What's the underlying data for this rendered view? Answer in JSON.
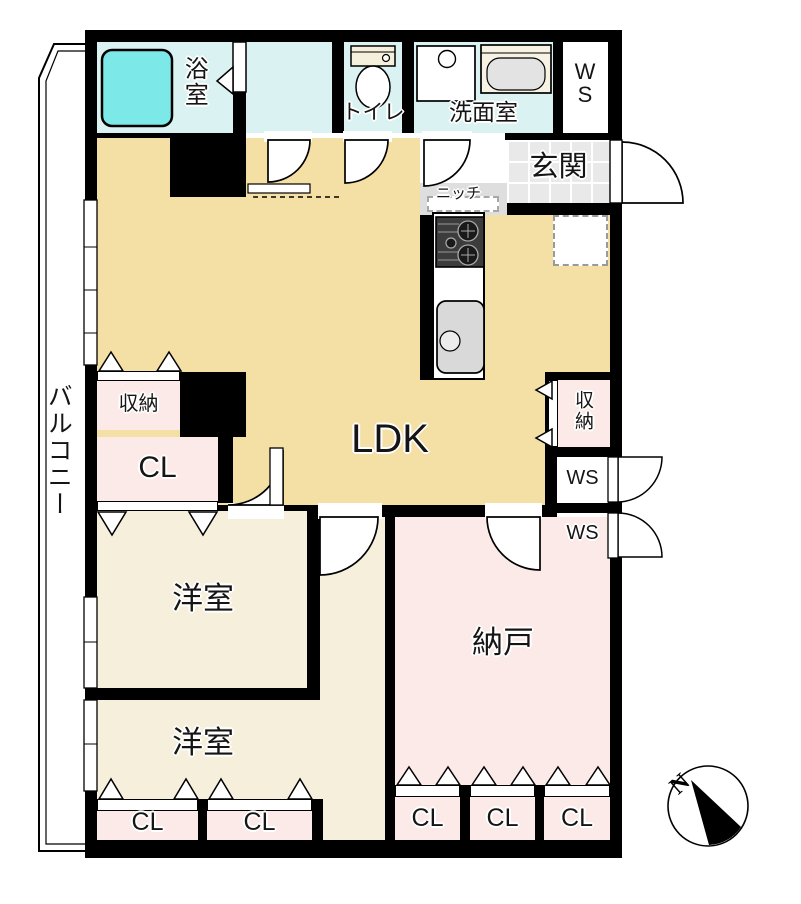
{
  "floor_plan": {
    "labels": {
      "bathroom": "浴室",
      "toilet": "トイレ",
      "washroom": "洗面室",
      "walk_in_storage_top": "WS",
      "entrance": "玄関",
      "niche": "ニッチ",
      "living_dining_kitchen": "LDK",
      "storage_left": "収納",
      "closet_left": "CL",
      "storage_right": "収納",
      "walk_in_storage_1": "WS",
      "walk_in_storage_2": "WS",
      "western_room_upper": "洋室",
      "western_room_lower": "洋室",
      "storage_room": "納戸",
      "closets_bottom_left": [
        "CL",
        "CL"
      ],
      "closets_storage_room": [
        "CL",
        "CL",
        "CL"
      ],
      "balcony": "バルコニー",
      "compass_north": "N"
    },
    "colors": {
      "wall": "#000000",
      "water_rooms": "#daf3f2",
      "bathtub": "#7de8e8",
      "ldk": "#f4dfa5",
      "bedrooms": "#f6efdc",
      "storage_pink": "#fbeae8",
      "entrance_tile": "#e9e9e9",
      "hall_white": "#ffffff"
    }
  }
}
